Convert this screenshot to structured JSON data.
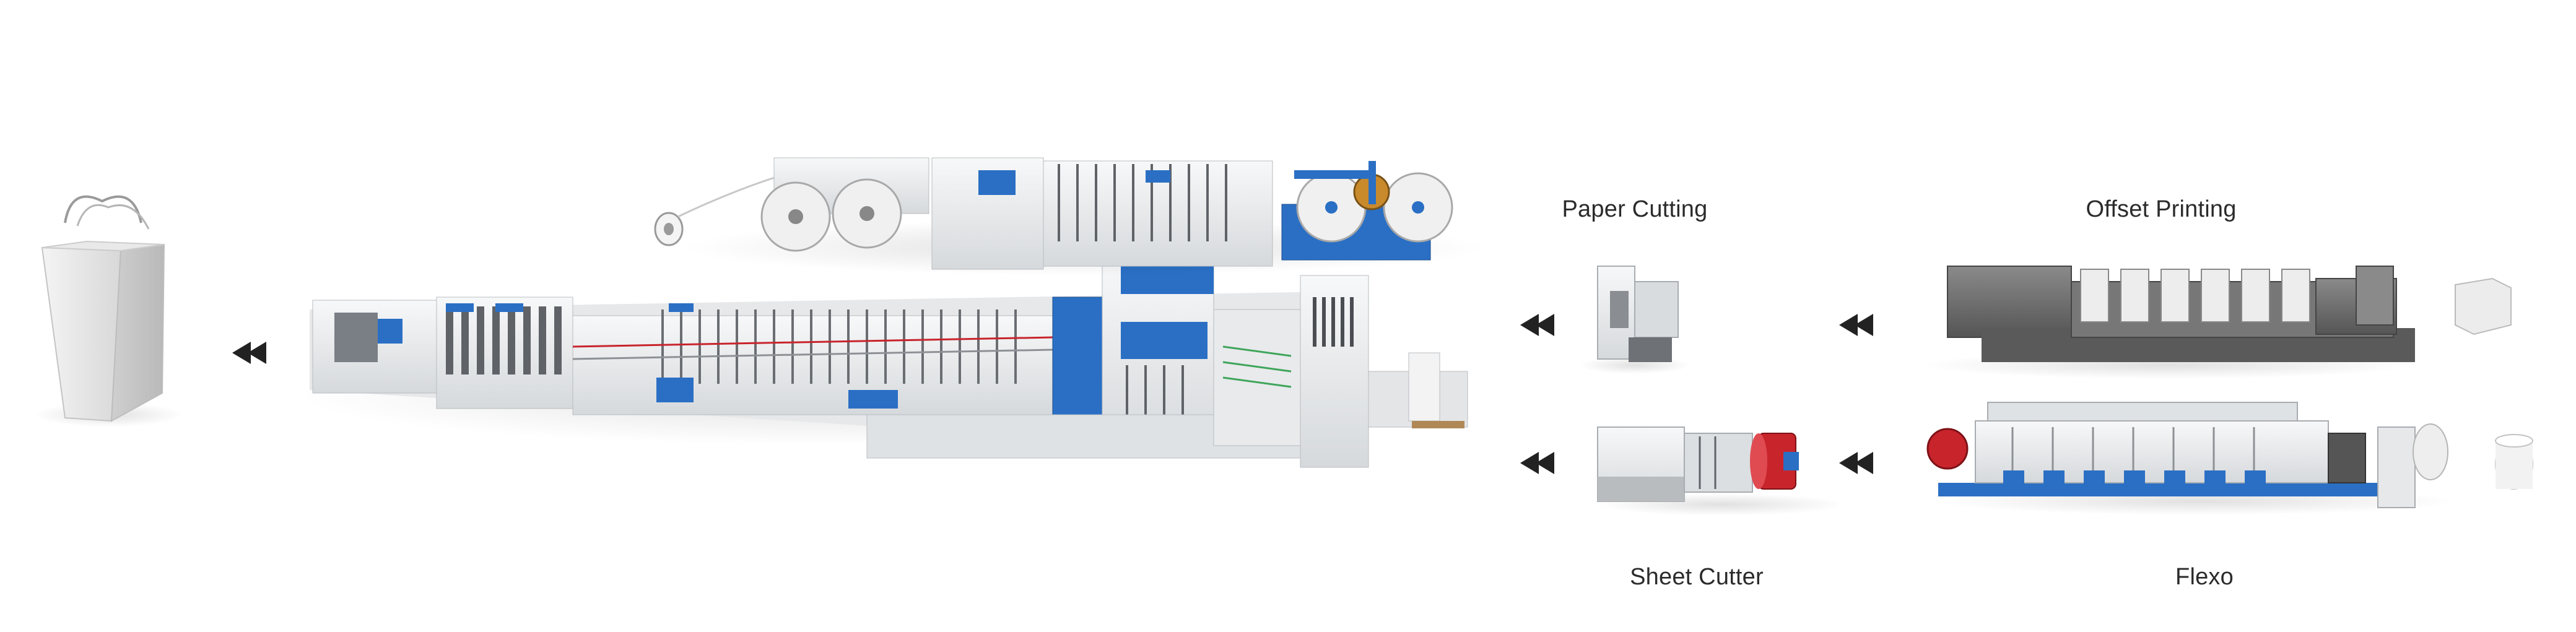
{
  "process_flow": {
    "labels": {
      "paper_cutting": "Paper Cutting",
      "offset_printing": "Offset Printing",
      "sheet_cutter": "Sheet Cutter",
      "flexo": "Flexo"
    }
  },
  "colors": {
    "machine_blue": "#2a6fc4",
    "machine_white": "#eceef0",
    "machine_gray": "#6e6e6e",
    "red_roll": "#c8242c",
    "arrow": "#222222"
  }
}
